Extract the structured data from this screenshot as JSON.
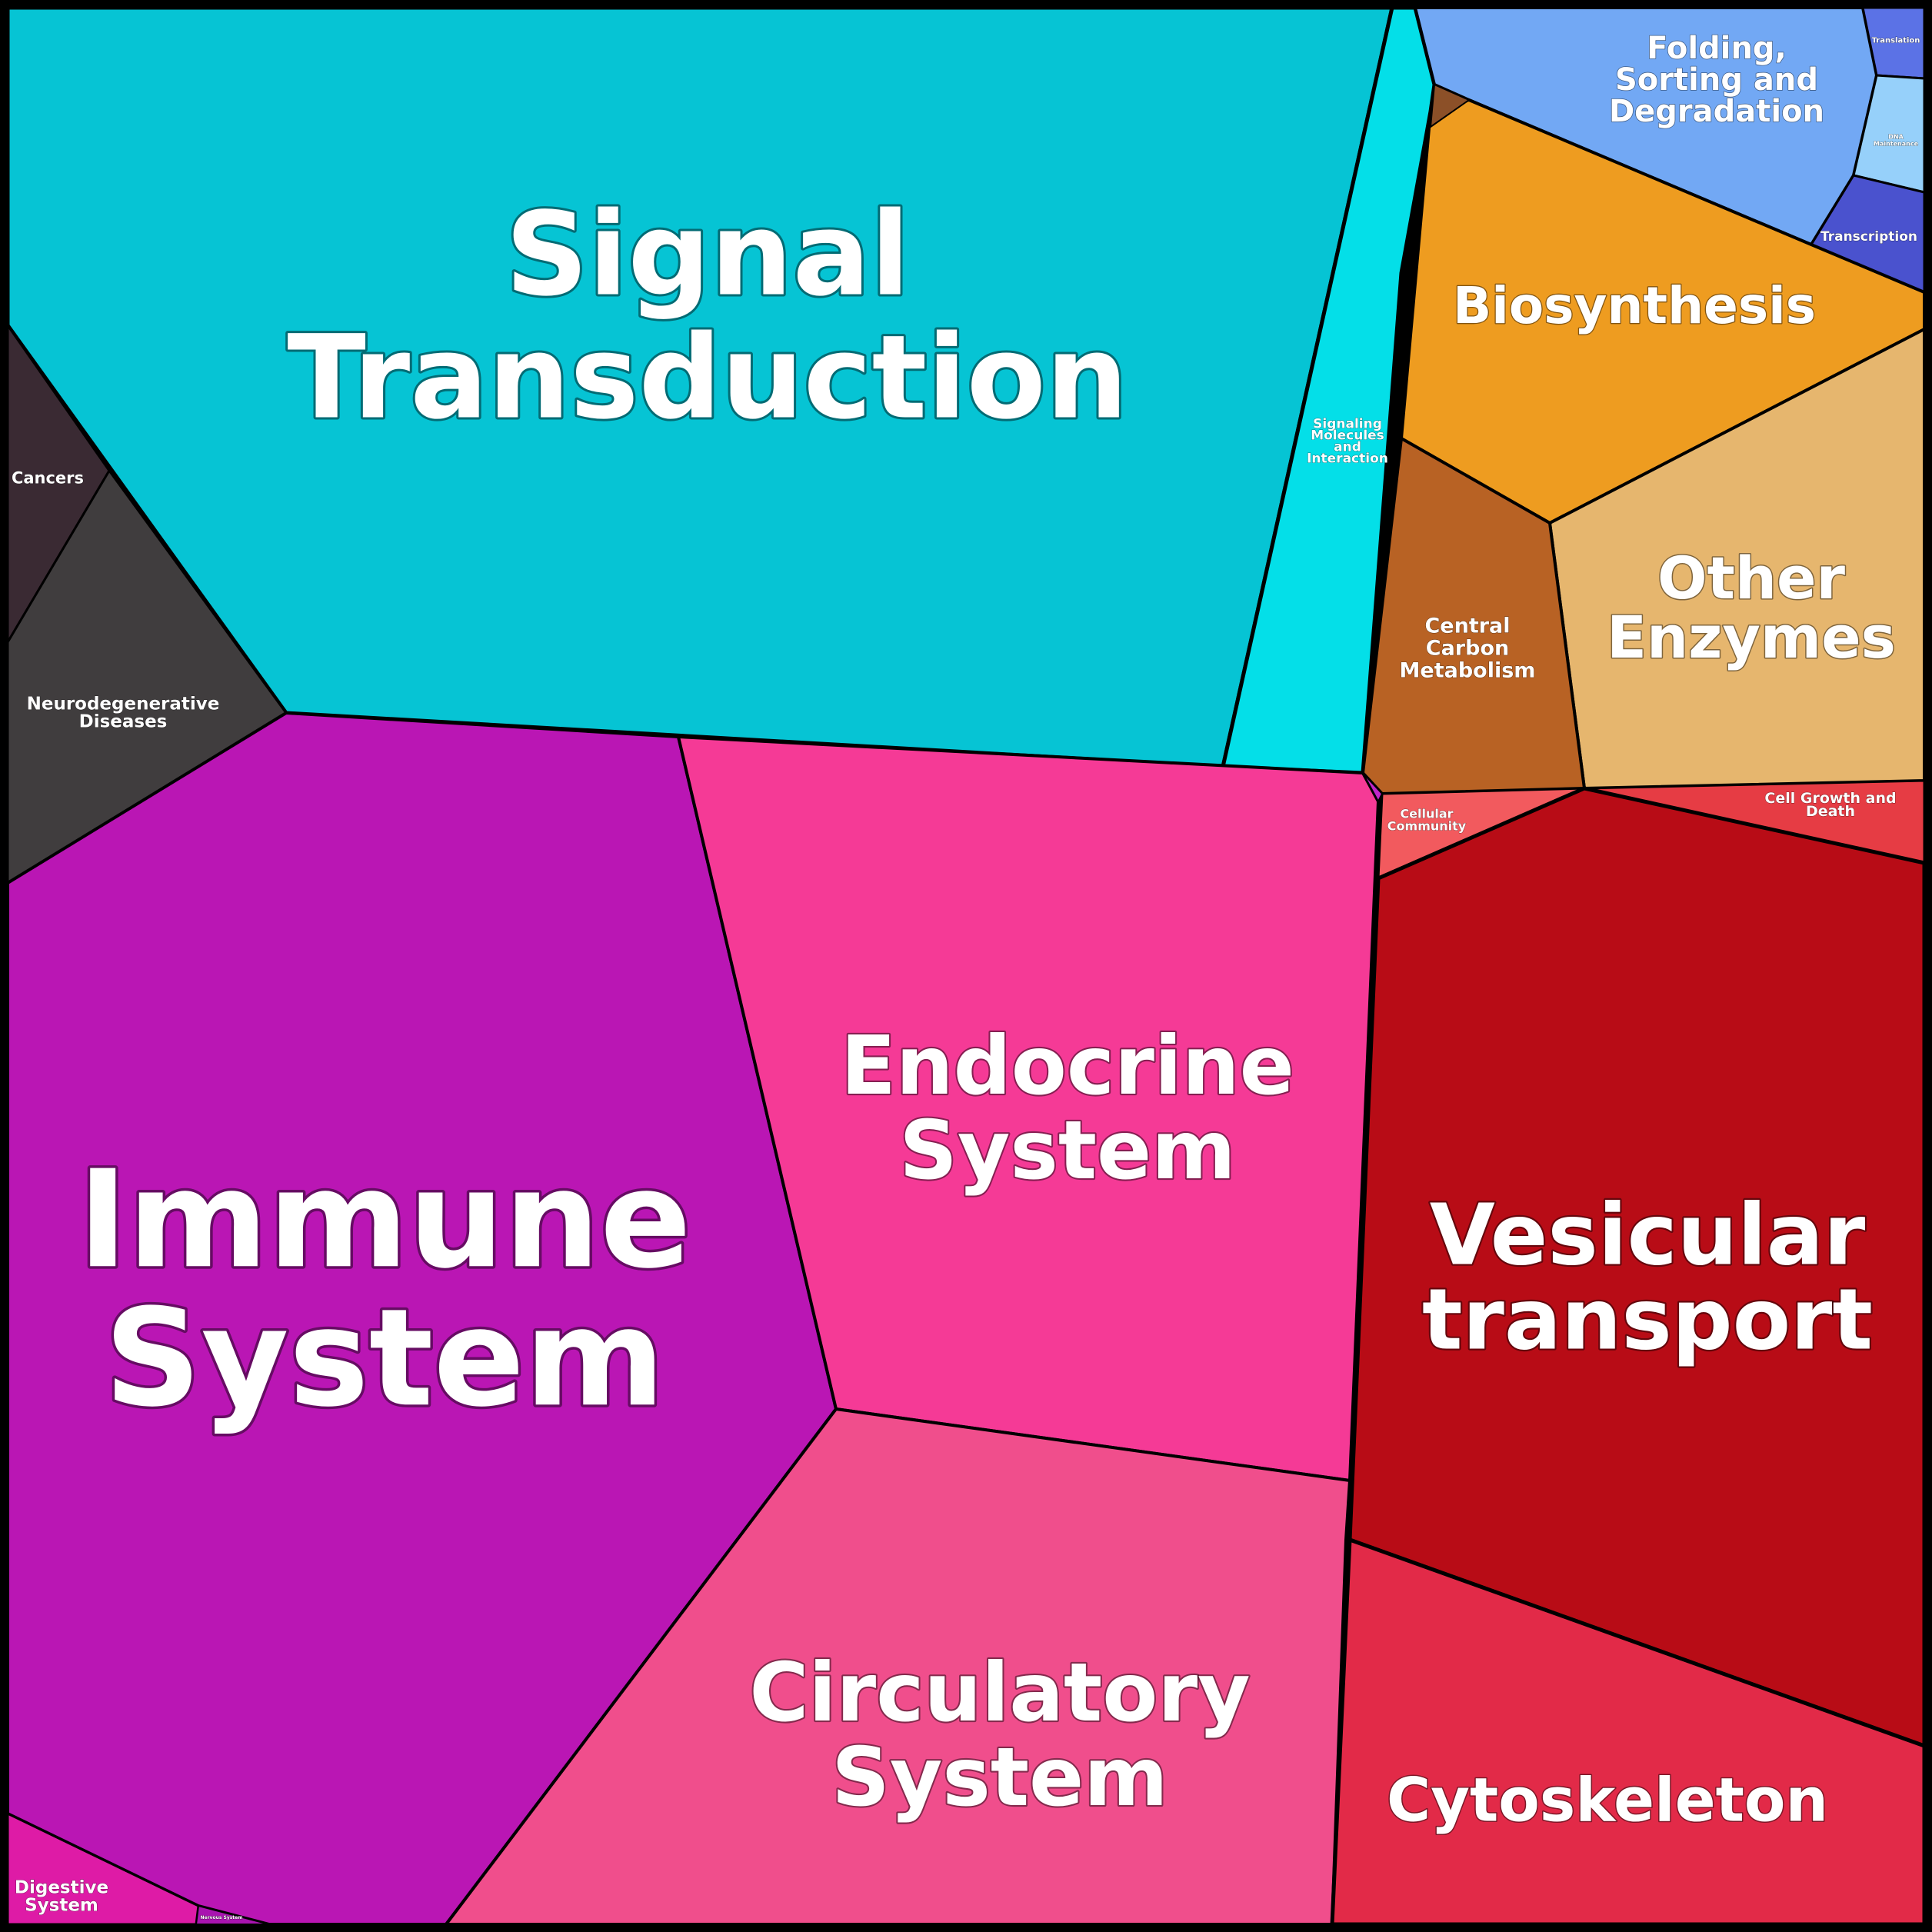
{
  "cells": [
    {
      "id": "signal-transduction",
      "label": [
        "Signal",
        "Transduction"
      ],
      "color": "#06C4D4"
    },
    {
      "id": "signaling-molecules",
      "label": [
        "Signaling",
        "Molecules",
        "and",
        "Interaction"
      ],
      "color": "#04DFE8"
    },
    {
      "id": "cancers",
      "label": [
        "Cancers"
      ],
      "color": "#3A2A33"
    },
    {
      "id": "neurodegenerative-diseases",
      "label": [
        "Neurodegenerative",
        "Diseases"
      ],
      "color": "#403D3E"
    },
    {
      "id": "immune-system",
      "label": [
        "Immune",
        "System"
      ],
      "color": "#BA16B4"
    },
    {
      "id": "endocrine-system",
      "label": [
        "Endocrine",
        "System"
      ],
      "color": "#F53A96"
    },
    {
      "id": "circulatory-system",
      "label": [
        "Circulatory",
        "System"
      ],
      "color": "#F04E8C"
    },
    {
      "id": "digestive-system",
      "label": [
        "Digestive",
        "System"
      ],
      "color": "#DE1BA6"
    },
    {
      "id": "nervous-system",
      "label": [
        "Nervous System"
      ],
      "color": "#A914B0"
    },
    {
      "id": "folding-sorting-degradation",
      "label": [
        "Folding,",
        "Sorting and",
        "Degradation"
      ],
      "color": "#72A8F4"
    },
    {
      "id": "translation",
      "label": [
        "Translation"
      ],
      "color": "#5B72E6"
    },
    {
      "id": "dna-maintenance",
      "label": [
        "DNA",
        "Maintenance"
      ],
      "color": "#96D0FA"
    },
    {
      "id": "transcription",
      "label": [
        "Transcription"
      ],
      "color": "#4A52CE"
    },
    {
      "id": "biosynthesis",
      "label": [
        "Biosynthesis"
      ],
      "color": "#EE9C20"
    },
    {
      "id": "other-enzymes",
      "label": [
        "Other",
        "Enzymes"
      ],
      "color": "#E6B66E"
    },
    {
      "id": "central-carbon-metabolism",
      "label": [
        "Central",
        "Carbon",
        "Metabolism"
      ],
      "color": "#B86224"
    },
    {
      "id": "cellular-community",
      "label": [
        "Cellular",
        "Community"
      ],
      "color": "#F25A5E"
    },
    {
      "id": "cell-growth-and-death",
      "label": [
        "Cell Growth and",
        "Death"
      ],
      "color": "#E63C44"
    },
    {
      "id": "vesicular-transport",
      "label": [
        "Vesicular",
        "transport"
      ],
      "color": "#B80C16"
    },
    {
      "id": "cytoskeleton",
      "label": [
        "Cytoskeleton"
      ],
      "color": "#E22A48"
    },
    {
      "id": "sliver-brown",
      "label": [],
      "color": "#8C5028"
    },
    {
      "id": "sliver-purple",
      "label": [],
      "color": "#C026C8"
    }
  ]
}
